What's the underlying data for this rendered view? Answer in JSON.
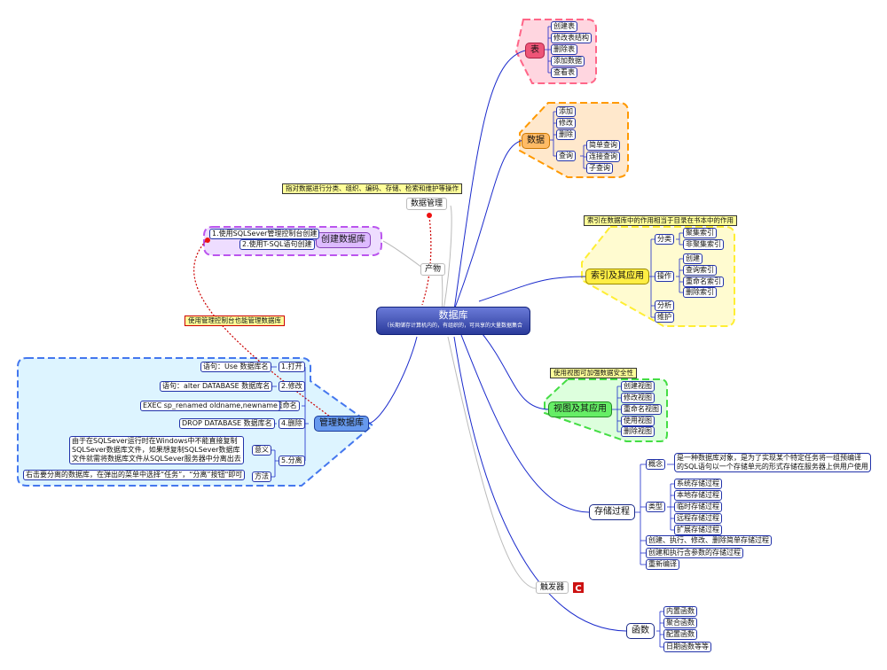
{
  "center": {
    "title": "数据库",
    "subtitle": "（长期储存计算机内的，有组织的，可共享的大量数据集合"
  },
  "branches": {
    "table": {
      "label": "表",
      "items": [
        "创建表",
        "修改表结构",
        "删除表",
        "添加数据",
        "查看表"
      ]
    },
    "data": {
      "label": "数据",
      "items": [
        "添加",
        "修改",
        "删除",
        "查询"
      ],
      "query_items": [
        "简单查询",
        "连接查询",
        "子查询"
      ]
    },
    "index": {
      "label": "索引及其应用",
      "note": "索引在数据库中的作用相当于目录在书本中的作用",
      "groups": [
        "分类",
        "操作",
        "分析",
        "维护"
      ],
      "classify": [
        "聚集索引",
        "非聚集索引"
      ],
      "ops": [
        "创建",
        "查询索引",
        "重命名索引",
        "删除索引"
      ]
    },
    "view": {
      "label": "视图及其应用",
      "note": "使用视图可加强数据安全性",
      "items": [
        "创建视图",
        "修改视图",
        "重命名视图",
        "使用视图",
        "删除视图"
      ]
    },
    "proc": {
      "label": "存储过程",
      "concept_label": "概念",
      "concept_text_1": "是一种数据库对象，是为了实现某个特定任务将一组预编译",
      "concept_text_2": "的SQL语句以一个存储单元的形式存储在服务器上供用户使用",
      "types_label": "类型",
      "types": [
        "系统存储过程",
        "本地存储过程",
        "临时存储过程",
        "远程存储过程",
        "扩展存储过程"
      ],
      "extra": [
        "创建、执行、修改、删除简单存储过程",
        "创建和执行含参数的存储过程",
        "重新编译"
      ]
    },
    "trigger": {
      "label": "触发器",
      "badge": "C"
    },
    "func": {
      "label": "函数",
      "items": [
        "内置函数",
        "聚合函数",
        "配置函数",
        "日期函数等等"
      ]
    },
    "datamgmt": {
      "label": "数据管理",
      "note": "指对数据进行分类、组织、编码、存储、检索和维护等操作"
    },
    "product": {
      "label": "产物"
    },
    "createdb": {
      "label": "创建数据库",
      "items": [
        "1.使用SQLSever管理控制台创建",
        "2.使用T-SQL语句创建"
      ]
    },
    "managedb": {
      "label": "管理数据库",
      "note": "使用管理控制台也能管理数据库",
      "steps": [
        "1.打开",
        "2.修改",
        "3.重命名",
        "4.删除",
        "5.分离"
      ],
      "details": [
        "语句：Use 数据库名",
        "语句：alter DATABASE 数据库名",
        "EXEC sp_renamed oldname,newname",
        "DROP DATABASE 数据库名"
      ],
      "sep_meaning_label": "意义",
      "sep_meaning": [
        "由于在SQLSever运行时在Windows中不能直接复制",
        "SQLSever数据库文件，如果想复制SQLSever数据库",
        "文件就需将数据库文件从SQLSever服务器中分离出去"
      ],
      "sep_method_label": "方法",
      "sep_method": "右击要分离的数据库，在弹出的菜单中选择“任务”，“分离”按钮\"即可"
    }
  },
  "colors": {
    "line": "#1a2acc",
    "table_fill": "#ffd6e0",
    "table_border": "#ff6688",
    "data_fill": "#ffe8cc",
    "data_border": "#ff9900",
    "index_fill": "#fffbd0",
    "index_border": "#ffee33",
    "view_fill": "#ddffdd",
    "view_border": "#44dd44",
    "create_fill": "#eeddff",
    "create_border": "#bb55ee",
    "manage_fill": "#ddf4ff",
    "manage_border": "#4477ee"
  }
}
